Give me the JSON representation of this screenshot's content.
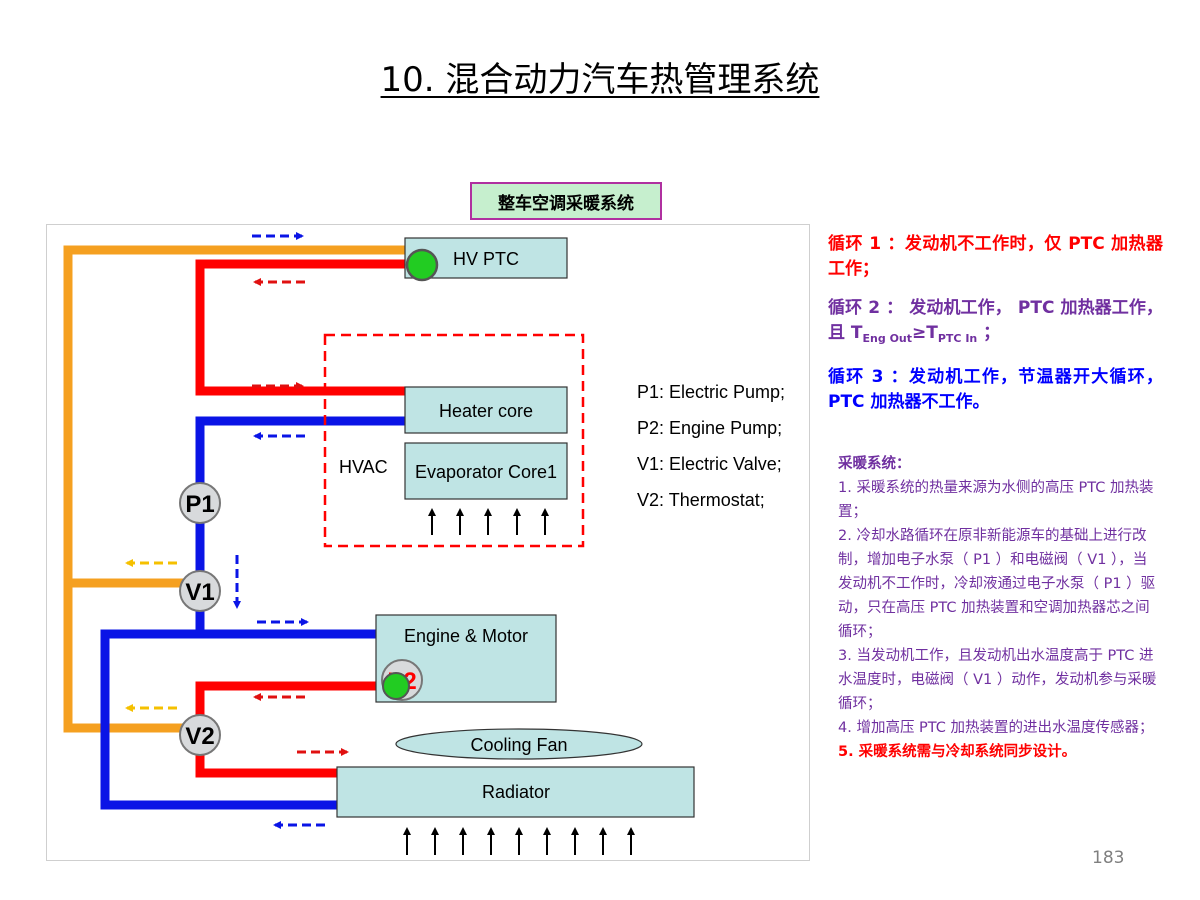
{
  "title": "10. 混合动力汽车热管理系统",
  "subtitle": "整车空调采暖系统",
  "diagram": {
    "hv_ptc": "HV PTC",
    "heater_core": "Heater core",
    "evaporator_core": "Evaporator Core1",
    "hvac": "HVAC",
    "engine_motor": "Engine & Motor",
    "cooling_fan": "Cooling Fan",
    "radiator": "Radiator",
    "p1": "P1",
    "p2": "P2",
    "v1": "V1",
    "v2": "V2",
    "legend": [
      "P1: Electric Pump;",
      "P2: Engine Pump;",
      "V1: Electric Valve;",
      "V2: Thermostat;"
    ],
    "colors": {
      "orange_pipe": "#f5a020",
      "red_pipe": "#ff0000",
      "blue_pipe": "#0a14e6",
      "box_fill": "#bfe4e4",
      "node_green": "#22cc22"
    }
  },
  "loops": {
    "loop1": "循环 1 ：发动机不工作时，仅 PTC 加热器工作；",
    "loop2_a": "循环 2 ： 发动机工作， PTC 加热器工作，且 T",
    "loop2_sub1": "Eng Out",
    "loop2_b": "≥T",
    "loop2_sub2": "PTC In",
    "loop2_c": " ；",
    "loop3": "循环 3 ：发动机工作，节温器开大循环， PTC 加热器不工作。"
  },
  "notes": {
    "heading": "采暖系统：",
    "items": [
      "1. 采暖系统的热量来源为水侧的高压 PTC 加热装置；",
      "2. 冷却水路循环在原非新能源车的基础上进行改制，增加电子水泵（ P1 ）和电磁阀（ V1 ），当发动机不工作时，冷却液通过电子水泵（ P1 ）驱动，只在高压 PTC 加热装置和空调加热器芯之间循环；",
      "3. 当发动机工作，且发动机出水温度高于 PTC 进水温度时，电磁阀（ V1 ）动作，发动机参与采暖循环；",
      "4. 增加高压 PTC 加热装置的进出水温度传感器；"
    ],
    "last": "5. 采暖系统需与冷却系统同步设计。"
  },
  "page_number": "183"
}
